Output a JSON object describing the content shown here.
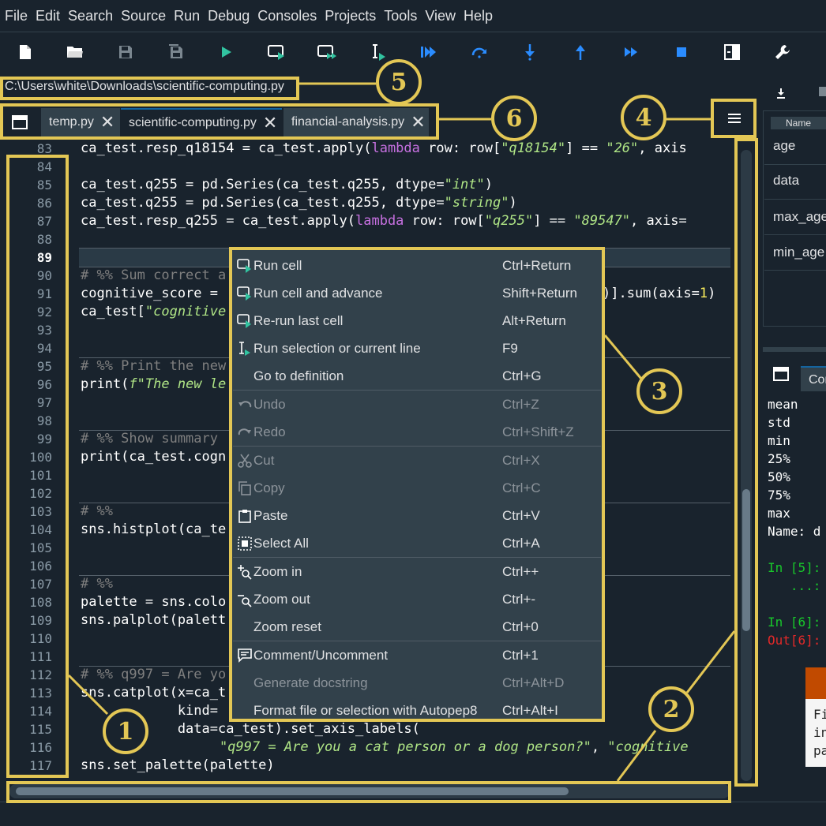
{
  "menubar": [
    "File",
    "Edit",
    "Search",
    "Source",
    "Run",
    "Debug",
    "Consoles",
    "Projects",
    "Tools",
    "View",
    "Help"
  ],
  "toolbar": {
    "buttons": [
      "new-file",
      "open-file",
      "save-file",
      "save-all",
      "run",
      "run-cell",
      "run-cell-advance",
      "run-selection",
      "debug",
      "step",
      "step-into",
      "step-return",
      "continue",
      "stop",
      "maximize-pane",
      "preferences"
    ]
  },
  "path": "C:\\Users\\white\\Downloads\\scientific-computing.py",
  "tabs": [
    {
      "label": "temp.py",
      "close": "✕"
    },
    {
      "label": "scientific-computing.py",
      "close": "✕",
      "active": true
    },
    {
      "label": "financial-analysis.py",
      "close": "✕"
    }
  ],
  "line_numbers": [
    "83",
    "84",
    "85",
    "86",
    "87",
    "88",
    "89",
    "90",
    "91",
    "92",
    "93",
    "94",
    "95",
    "96",
    "97",
    "98",
    "99",
    "100",
    "101",
    "102",
    "103",
    "104",
    "105",
    "106",
    "107",
    "108",
    "109",
    "110",
    "111",
    "112",
    "113",
    "114",
    "115",
    "116",
    "117"
  ],
  "current_line": "89",
  "code": {
    "l83a": "ca_test.resp_q18154 = ca_test.apply(",
    "l83kw": "lambda",
    "l83b": " row: row[",
    "l83s1": "\"q18154\"",
    "l83c": "] == ",
    "l83s2": "\"26\"",
    "l83d": ", axis",
    "l85a": "ca_test.q255 = pd.Series(ca_test.q255, dtype=",
    "l85s": "\"int\"",
    "l85b": ")",
    "l86a": "ca_test.q255 = pd.Series(ca_test.q255, dtype=",
    "l86s": "\"string\"",
    "l86b": ")",
    "l87a": "ca_test.resp_q255 = ca_test.apply(",
    "l87kw": "lambda",
    "l87b": " row: row[",
    "l87s1": "\"q255\"",
    "l87c": "] == ",
    "l87s2": "\"89547\"",
    "l87d": ", axis=",
    "l90": "# %% Sum correct a",
    "l91a": "cognitive_score = ",
    "l91b": ")].sum(axis=",
    "l91n": "1",
    "l91c": ")",
    "l92a": "ca_test[",
    "l92s": "\"cognitive",
    "l95": "# %% Print the new",
    "l96a": "print(",
    "l96s": "f\"The new le",
    "l99": "# %% Show summary",
    "l100": "print(ca_test.cogn",
    "l103": "# %%",
    "l104": "sns.histplot(ca_te",
    "l107": "# %%",
    "l108": "palette = sns.colo",
    "l109": "sns.palplot(palett",
    "l112": "# %% q997 = Are yo",
    "l113": "sns.catplot(x=ca_t",
    "l114": "            kind=",
    "l115": "            data=ca_test).set_axis_labels(",
    "l116s": "\"q997 = Are you a cat person or a dog person?\"",
    "l116b": ", ",
    "l116s2": "\"cognitive",
    "l117": "sns.set_palette(palette)"
  },
  "context_menu": [
    {
      "icon": "run-cell-icon",
      "label": "Run cell",
      "shortcut": "Ctrl+Return",
      "enabled": true
    },
    {
      "icon": "run-cell-advance-icon",
      "label": "Run cell and advance",
      "shortcut": "Shift+Return",
      "enabled": true
    },
    {
      "icon": "rerun-cell-icon",
      "label": "Re-run last cell",
      "shortcut": "Alt+Return",
      "enabled": true
    },
    {
      "icon": "run-selection-icon",
      "label": "Run selection or current line",
      "shortcut": "F9",
      "enabled": true
    },
    {
      "icon": "",
      "label": "Go to definition",
      "shortcut": "Ctrl+G",
      "enabled": true
    },
    {
      "icon": "undo-icon",
      "label": "Undo",
      "shortcut": "Ctrl+Z",
      "enabled": false
    },
    {
      "icon": "redo-icon",
      "label": "Redo",
      "shortcut": "Ctrl+Shift+Z",
      "enabled": false
    },
    {
      "icon": "cut-icon",
      "label": "Cut",
      "shortcut": "Ctrl+X",
      "enabled": false
    },
    {
      "icon": "copy-icon",
      "label": "Copy",
      "shortcut": "Ctrl+C",
      "enabled": false
    },
    {
      "icon": "paste-icon",
      "label": "Paste",
      "shortcut": "Ctrl+V",
      "enabled": true
    },
    {
      "icon": "select-all-icon",
      "label": "Select All",
      "shortcut": "Ctrl+A",
      "enabled": true
    },
    {
      "icon": "zoom-in-icon",
      "label": "Zoom in",
      "shortcut": "Ctrl++",
      "enabled": true
    },
    {
      "icon": "zoom-out-icon",
      "label": "Zoom out",
      "shortcut": "Ctrl+-",
      "enabled": true
    },
    {
      "icon": "",
      "label": "Zoom reset",
      "shortcut": "Ctrl+0",
      "enabled": true
    },
    {
      "icon": "comment-icon",
      "label": "Comment/Uncomment",
      "shortcut": "Ctrl+1",
      "enabled": true
    },
    {
      "icon": "",
      "label": "Generate docstring",
      "shortcut": "Ctrl+Alt+D",
      "enabled": false
    },
    {
      "icon": "",
      "label": "Format file or selection with Autopep8",
      "shortcut": "Ctrl+Alt+I",
      "enabled": true
    }
  ],
  "variable_explorer": {
    "header": "Name",
    "names": [
      "age",
      "data",
      "max_age",
      "min_age"
    ]
  },
  "console": {
    "tab_label": "Con",
    "lines": [
      "mean",
      "std",
      "min",
      "25%",
      "50%",
      "75%",
      "max",
      "Name: d"
    ],
    "in5": "In [5]:",
    "in5cont": "   ...:",
    "in6": "In [6]:",
    "out6": "Out[6]:",
    "df_lines": [
      "Fi",
      "in",
      "pa"
    ]
  },
  "callouts": [
    "1",
    "2",
    "3",
    "4",
    "5",
    "6"
  ],
  "colors": {
    "highlight": "#e3c755",
    "accent": "#1464a0",
    "background": "#19232d"
  }
}
